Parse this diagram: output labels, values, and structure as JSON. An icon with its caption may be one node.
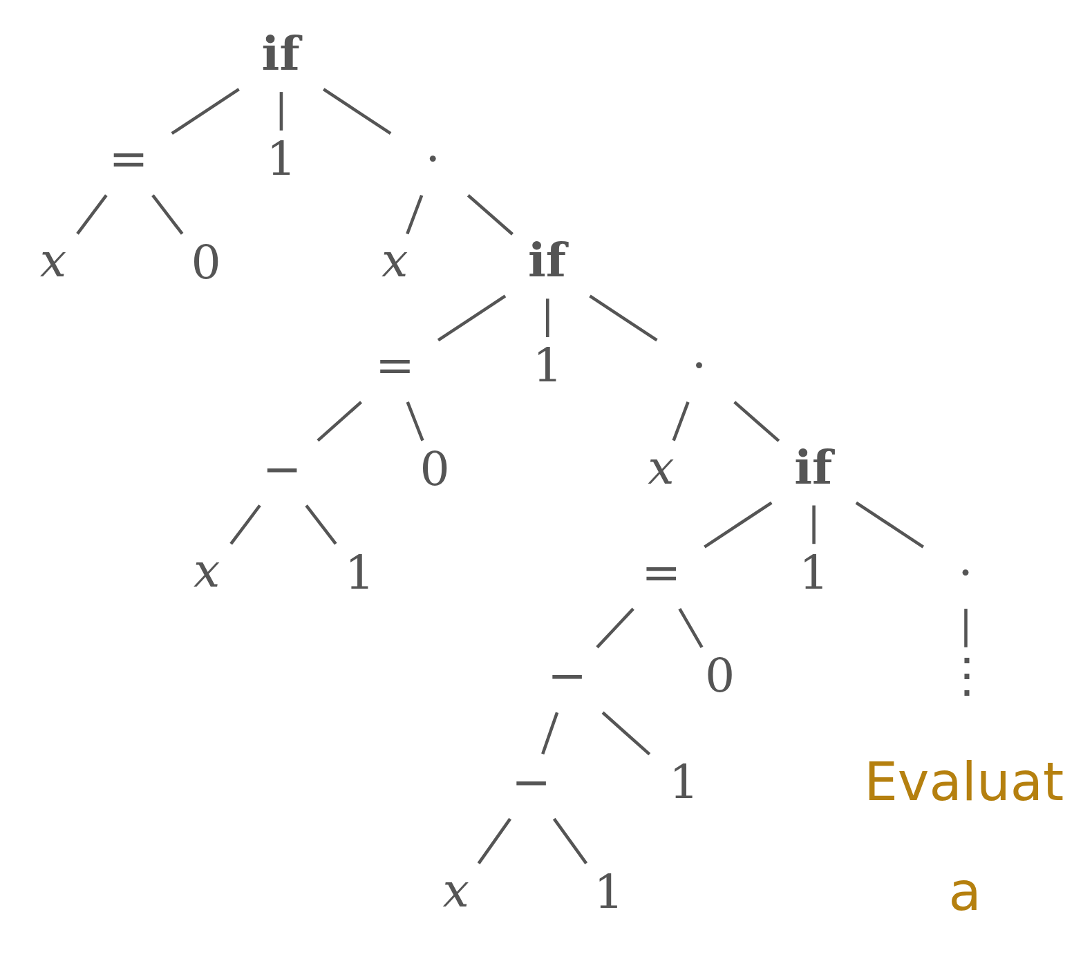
{
  "diagram": {
    "nodes": [
      {
        "text": [
          "if"
        ]
      },
      {
        "text": [
          "="
        ]
      },
      {
        "text": [
          "1"
        ]
      },
      {
        "text": [
          "·"
        ]
      },
      {
        "text": [
          "x"
        ]
      },
      {
        "text": [
          "0"
        ]
      },
      {
        "text": [
          "x"
        ]
      },
      {
        "text": [
          "if"
        ]
      },
      {
        "text": [
          "="
        ]
      },
      {
        "text": [
          "1"
        ]
      },
      {
        "text": [
          "·"
        ]
      },
      {
        "text": [
          "−"
        ]
      },
      {
        "text": [
          "0"
        ]
      },
      {
        "text": [
          "x"
        ]
      },
      {
        "text": [
          "if"
        ]
      },
      {
        "text": [
          "x"
        ]
      },
      {
        "text": [
          "1"
        ]
      },
      {
        "text": [
          "="
        ]
      },
      {
        "text": [
          "1"
        ]
      },
      {
        "text": [
          "·"
        ]
      },
      {
        "text": [
          "−"
        ]
      },
      {
        "text": [
          "0"
        ]
      },
      {
        "text": [
          "⋮"
        ]
      },
      {
        "text": [
          "−"
        ]
      },
      {
        "text": [
          "1"
        ]
      },
      {
        "text": [
          "x"
        ]
      },
      {
        "text": [
          "1"
        ]
      }
    ],
    "edges": [
      {
        "from": 0,
        "to": 1,
        "arrow": "none"
      },
      {
        "from": 0,
        "to": 2,
        "arrow": "none"
      },
      {
        "from": 0,
        "to": 3,
        "arrow": "none"
      },
      {
        "from": 1,
        "to": 4,
        "arrow": "none"
      },
      {
        "from": 1,
        "to": 5,
        "arrow": "none"
      },
      {
        "from": 3,
        "to": 6,
        "arrow": "none"
      },
      {
        "from": 3,
        "to": 7,
        "arrow": "none"
      },
      {
        "from": 7,
        "to": 8,
        "arrow": "none"
      },
      {
        "from": 7,
        "to": 9,
        "arrow": "none"
      },
      {
        "from": 7,
        "to": 10,
        "arrow": "none"
      },
      {
        "from": 8,
        "to": 11,
        "arrow": "none"
      },
      {
        "from": 8,
        "to": 12,
        "arrow": "none"
      },
      {
        "from": 10,
        "to": 13,
        "arrow": "none"
      },
      {
        "from": 10,
        "to": 14,
        "arrow": "none"
      },
      {
        "from": 11,
        "to": 15,
        "arrow": "none"
      },
      {
        "from": 11,
        "to": 16,
        "arrow": "none"
      },
      {
        "from": 14,
        "to": 17,
        "arrow": "none"
      },
      {
        "from": 14,
        "to": 18,
        "arrow": "none"
      },
      {
        "from": 14,
        "to": 19,
        "arrow": "none"
      },
      {
        "from": 17,
        "to": 20,
        "arrow": "none"
      },
      {
        "from": 17,
        "to": 21,
        "arrow": "none"
      },
      {
        "from": 19,
        "to": 22,
        "arrow": "none"
      },
      {
        "from": 20,
        "to": 23,
        "arrow": "none"
      },
      {
        "from": 20,
        "to": 24,
        "arrow": "none"
      },
      {
        "from": 23,
        "to": 25,
        "arrow": "none"
      },
      {
        "from": 23,
        "to": 26,
        "arrow": "none"
      }
    ],
    "labels": [
      "Evaluat",
      "a"
    ]
  }
}
